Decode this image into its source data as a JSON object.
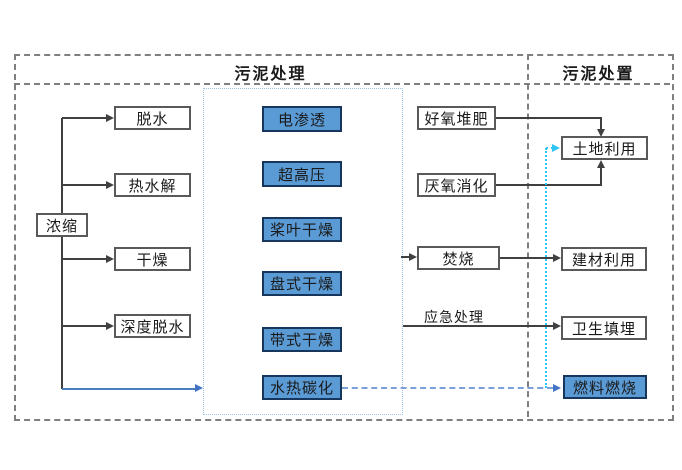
{
  "header": {
    "treatment_title": "污泥处理",
    "disposal_title": "污泥处置"
  },
  "nodes": {
    "concentrate": "浓缩",
    "dewater": "脱水",
    "thermal_hydrolysis": "热水解",
    "drying": "干燥",
    "deep_dewater": "深度脱水",
    "electro_osmosis": "电渗透",
    "ultra_high_pressure": "超高压",
    "paddle_drying": "桨叶干燥",
    "disc_drying": "盘式干燥",
    "belt_drying": "带式干燥",
    "hydrothermal_carbonization": "水热碳化",
    "aerobic_composting": "好氧堆肥",
    "anaerobic_digestion": "厌氧消化",
    "incineration": "焚烧",
    "land_use": "土地利用",
    "building_material_use": "建材利用",
    "sanitary_landfill": "卫生填埋",
    "fuel_combustion": "燃料燃烧"
  },
  "edge_labels": {
    "emergency_treatment": "应急处理"
  },
  "colors": {
    "frame_gray": "#7f7f7f",
    "inner_panel_blue": "#9dc3e6",
    "node_border": "#595959",
    "blue_node_fill": "#5b9bd5",
    "blue_node_border": "#17365d",
    "line_black": "#404040",
    "line_blue_solid": "#4a7ebb",
    "line_blue_dashed": "#7b9fd9",
    "line_cyan_dotted": "#2fc5f1",
    "background": "#ffffff"
  }
}
